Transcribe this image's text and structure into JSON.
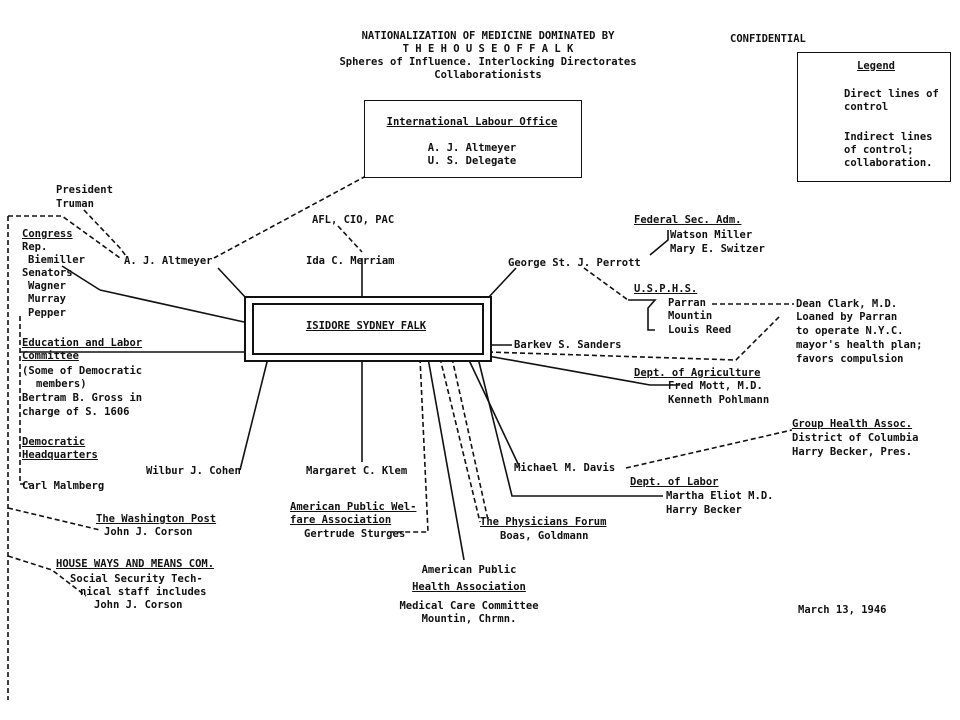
{
  "header": {
    "title_lines": [
      "NATIONALIZATION OF MEDICINE DOMINATED BY",
      "T H E  H O U S E  O F  F A L K",
      "Spheres of Influence. Interlocking Directorates",
      "Collaborationists"
    ],
    "confidential": "CONFIDENTIAL"
  },
  "legend": {
    "title": "Legend",
    "direct": [
      "Direct lines of",
      "control"
    ],
    "indirect": [
      "Indirect lines",
      "of control;",
      "collaboration."
    ]
  },
  "ilo": {
    "title": "International Labour Office",
    "lines": [
      "A. J. Altmeyer",
      "U. S. Delegate"
    ]
  },
  "center": {
    "label": "ISIDORE SYDNEY FALK"
  },
  "nodes": {
    "truman": [
      "President",
      "Truman"
    ],
    "altmeyer": "A. J. Altmeyer",
    "unions": "AFL, CIO, PAC",
    "merriam": "Ida C. Merriam",
    "perrott": "George St. J. Perrott",
    "fsa": {
      "title": "Federal Sec. Adm.",
      "lines": [
        "Watson Miller",
        "Mary E. Switzer"
      ]
    },
    "usphs": {
      "title": "U.S.P.H.S.",
      "lines": [
        "Parran",
        "Mountin",
        "Louis Reed"
      ]
    },
    "clark": [
      "Dean Clark, M.D.",
      "Loaned by Parran",
      "to operate N.Y.C.",
      "mayor's health plan;",
      "favors compulsion"
    ],
    "sanders": "Barkev S. Sanders",
    "agriculture": {
      "title": "Dept. of Agriculture",
      "lines": [
        "Fred Mott, M.D.",
        "Kenneth Pohlmann"
      ]
    },
    "gha": {
      "title": "Group Health Assoc.",
      "lines": [
        "District of Columbia",
        "Harry Becker, Pres."
      ]
    },
    "davis": "Michael M. Davis",
    "labor": {
      "title": "Dept. of Labor",
      "lines": [
        "Martha Eliot M.D.",
        "Harry Becker"
      ]
    },
    "congress": {
      "title": "Congress",
      "lines": [
        "Rep.",
        "Biemiller",
        "Senators",
        "Wagner",
        "Murray",
        "Pepper"
      ]
    },
    "education": {
      "title": [
        "Education and Labor",
        "Committee"
      ],
      "lines": [
        "(Some of Democratic",
        "members)",
        "Bertram B. Gross in",
        "charge of S. 1606"
      ]
    },
    "democratic": {
      "title": [
        "Democratic",
        "Headquarters"
      ],
      "lines": [
        "Carl Malmberg"
      ]
    },
    "cohen": "Wilbur J. Cohen",
    "klem": "Margaret C. Klem",
    "post": {
      "title": "The Washington Post",
      "lines": [
        "John J. Corson"
      ]
    },
    "waysmeans": {
      "title": "HOUSE WAYS AND MEANS COM.",
      "lines": [
        "Social Security Tech-",
        "nical staff includes",
        "John J. Corson"
      ]
    },
    "apwa": {
      "title": [
        "American Public Wel-",
        "fare Association"
      ],
      "lines": [
        "Gertrude Sturges"
      ]
    },
    "forum": {
      "title": "The Physicians Forum",
      "lines": [
        "Boas, Goldmann"
      ]
    },
    "apha": {
      "title": [
        "American Public",
        "Health Association"
      ],
      "lines": [
        "Medical Care Committee",
        "Mountin, Chrmn."
      ]
    }
  },
  "date": "March 13, 1946"
}
